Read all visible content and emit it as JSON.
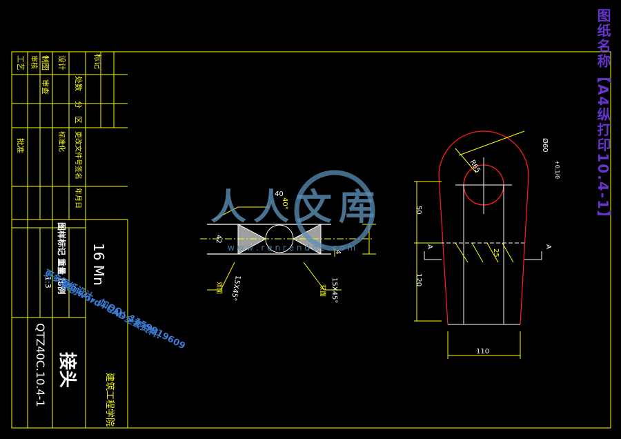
{
  "side_title": "图纸名称【A4纵打印10.4-1】",
  "title_block": {
    "material": "16 Mn",
    "part_name": "接头",
    "drawing_no": "QTZ40C.10.4-1",
    "school": "建筑工程学院",
    "scale_label": "比例",
    "scale_value": "1:3",
    "weight_label": "重量",
    "sheet_label": "图样标记",
    "title_row_label": "图样标记 重量 比例",
    "revision_labels": [
      "标记",
      "处数",
      "分",
      "区",
      "更改文件号",
      "签名",
      "年月日"
    ],
    "role_labels": [
      "设计",
      "制图",
      "审核",
      "工艺",
      "批准"
    ],
    "sign_labels": [
      "标准化",
      "审查"
    ]
  },
  "dims_left": {
    "chamfer_top": "40",
    "angle_top": "40°",
    "thickness": "42",
    "gap": "4",
    "chamfer_left": "15X45°",
    "chamfer_right": "15X45°",
    "note_left": "双面",
    "note_right": "双面"
  },
  "dims_right": {
    "radius": "R65",
    "diameter": "Ø60",
    "tol": "+0.1/0",
    "top_dim": "50",
    "lower_dim": "120",
    "width_dim": "110",
    "section_mark": "A",
    "roughness": "25"
  },
  "watermark": {
    "brand": "人人文库",
    "url": "w w w . r e n r e n d o c . c o m",
    "line1": "更多图纸设计，加QQ：1159919609",
    "line2": "原创word+CAD全套资料!"
  },
  "colors": {
    "frame": "#ffff00",
    "outline": "#ffffff",
    "arc": "#ff2020",
    "side_title": "#6633cc",
    "watermark": "#5a8fb5"
  }
}
